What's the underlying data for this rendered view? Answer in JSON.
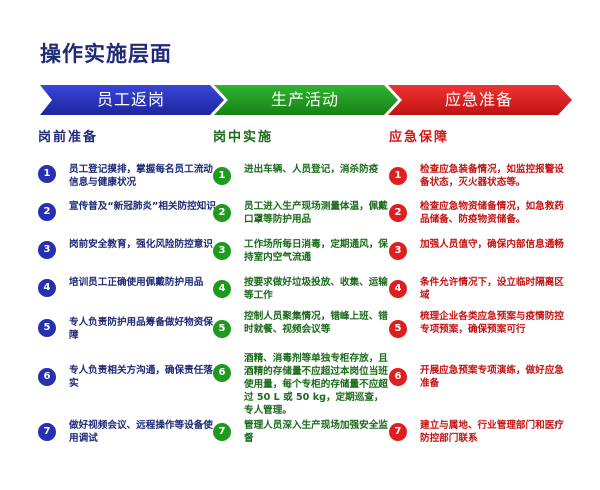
{
  "title": "操作实施层面",
  "colors": {
    "blue": "#2630b0",
    "green": "#1f9a1f",
    "red": "#de1f1f"
  },
  "banners": [
    "员工返岗",
    "生产活动",
    "应急准备"
  ],
  "columns": [
    {
      "heading": "岗前准备",
      "items": [
        "员工登记摸排，掌握每名员工流动信息与健康状况",
        "宣传普及“新冠肺炎”相关防控知识",
        "岗前安全教育，强化风险防控意识",
        "培训员工正确使用佩戴防护用品",
        "专人负责防护用品筹备做好物资保障",
        "专人负责相关方沟通，确保责任落实",
        "做好视频会议、远程操作等设备使用调试"
      ]
    },
    {
      "heading": "岗中实施",
      "items": [
        "进出车辆、人员登记，消杀防疫",
        "员工进入生产现场测量体温，佩戴口罩等防护用品",
        "工作场所每日消毒，定期通风，保持室内空气流通",
        "按要求做好垃圾投放、收集、运输等工作",
        "控制人员聚集情况，错峰上班、错时就餐、视频会议等",
        "酒精、消毒剂等单独专柜存放，且酒精的存储量不应超过本岗位当班使用量，每个专柜的存储量不应超过 50 L 或 50 kg，定期巡查，专人管理。",
        "管理人员深入生产现场加强安全监督"
      ]
    },
    {
      "heading": "应急保障",
      "items": [
        "检查应急装备情况，如监控报警设备状态，灭火器状态等。",
        "检查应急物资储备情况，如急救药品储备、防疫物资储备。",
        "加强人员值守，确保内部信息通畅",
        "条件允许情况下，设立临时隔离区域",
        "梳理企业各类应急预案与疫情防控专项预案，确保预案可行",
        "开展应急预案专项演练，做好应急准备",
        "建立与属地、行业管理部门和医疗防控部门联系"
      ]
    }
  ]
}
